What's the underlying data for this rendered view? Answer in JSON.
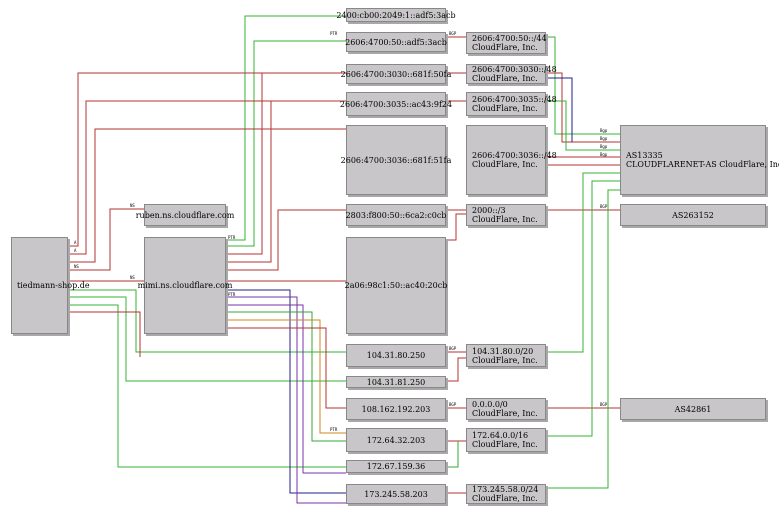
{
  "domain_node": "tiedmann-shop.de",
  "nameservers": [
    "ruben.ns.cloudflare.com",
    "mimi.ns.cloudflare.com"
  ],
  "ipv6_addresses": [
    "2400:cb00:2049:1::adf5:3acb",
    "2606:4700:50::adf5:3acb",
    "2606:4700:3030::681f:50fa",
    "2606:4700:3035::ac43:9f24",
    "2606:4700:3036::681f:51fa",
    "2803:f800:50::6ca2:c0cb",
    "2a06:98c1:50::ac40:20cb"
  ],
  "ipv4_addresses": [
    "104.31.80.250",
    "104.31.81.250",
    "108.162.192.203",
    "172.64.32.203",
    "172.67.159.36",
    "173.245.58.203"
  ],
  "prefixes": [
    {
      "prefix": "2606:4700:50::/44",
      "org": "CloudFlare, Inc."
    },
    {
      "prefix": "2606:4700:3030::/48",
      "org": "CloudFlare, Inc."
    },
    {
      "prefix": "2606:4700:3035::/48",
      "org": "CloudFlare, Inc."
    },
    {
      "prefix": "2606:4700:3036::/48",
      "org": "CloudFlare, Inc."
    },
    {
      "prefix": "2000::/3",
      "org": "CloudFlare, Inc."
    },
    {
      "prefix": "104.31.80.0/20",
      "org": "CloudFlare, Inc."
    },
    {
      "prefix": "0.0.0.0/0",
      "org": "CloudFlare, Inc."
    },
    {
      "prefix": "172.64.0.0/16",
      "org": "CloudFlare, Inc."
    },
    {
      "prefix": "173.245.58.0/24",
      "org": "CloudFlare, Inc."
    }
  ],
  "as_nodes": [
    {
      "asn": "AS13335",
      "name": "CLOUDFLARENET-AS CloudFlare, Inc."
    },
    {
      "asn": "AS263152",
      "name": ""
    },
    {
      "asn": "AS42861",
      "name": ""
    }
  ],
  "edge_labels": {
    "ns": "NS",
    "a": "A",
    "aaaa": "A",
    "ptr": "PTR",
    "bgp": "BGP",
    "rec": "Bgp"
  }
}
